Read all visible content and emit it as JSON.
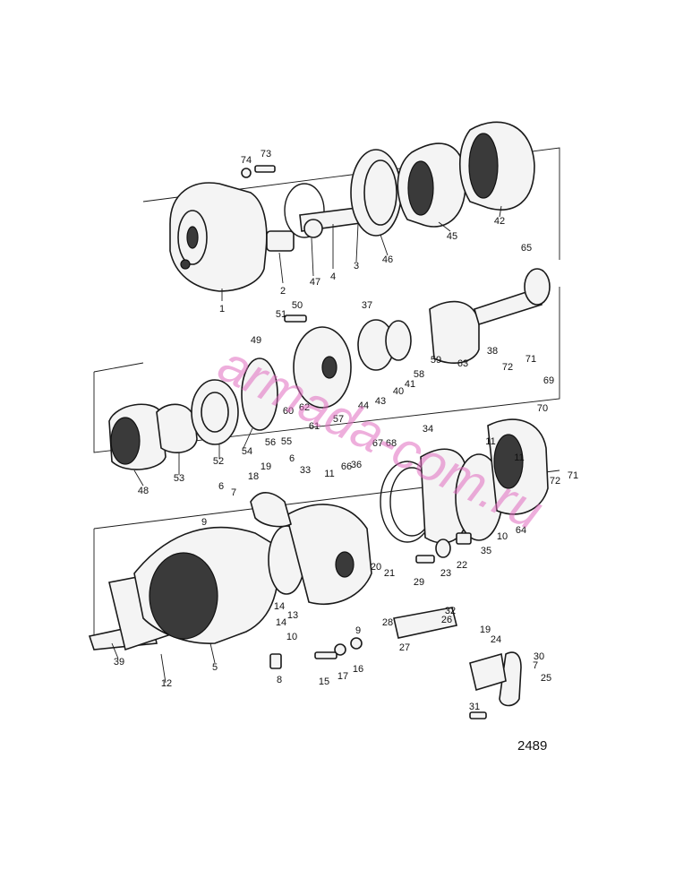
{
  "drawing_number": "2489",
  "watermark": "armada-com.ru",
  "watermark_color": "#e06cc0",
  "callouts": [
    "1",
    "2",
    "3",
    "4",
    "5",
    "6",
    "6",
    "7",
    "7",
    "8",
    "9",
    "9",
    "10",
    "10",
    "11",
    "11",
    "11",
    "12",
    "13",
    "14",
    "14",
    "15",
    "16",
    "17",
    "18",
    "19",
    "19",
    "20",
    "21",
    "22",
    "23",
    "24",
    "25",
    "26",
    "27",
    "28",
    "29",
    "30",
    "31",
    "32",
    "33",
    "34",
    "35",
    "36",
    "37",
    "38",
    "39",
    "40",
    "41",
    "42",
    "43",
    "44",
    "45",
    "46",
    "47",
    "48",
    "49",
    "50",
    "51",
    "52",
    "53",
    "54",
    "55",
    "56",
    "57",
    "58",
    "59",
    "60",
    "61",
    "62",
    "63",
    "64",
    "65",
    "66",
    "67",
    "68",
    "69",
    "70",
    "71",
    "71",
    "72",
    "72",
    "73",
    "74"
  ]
}
